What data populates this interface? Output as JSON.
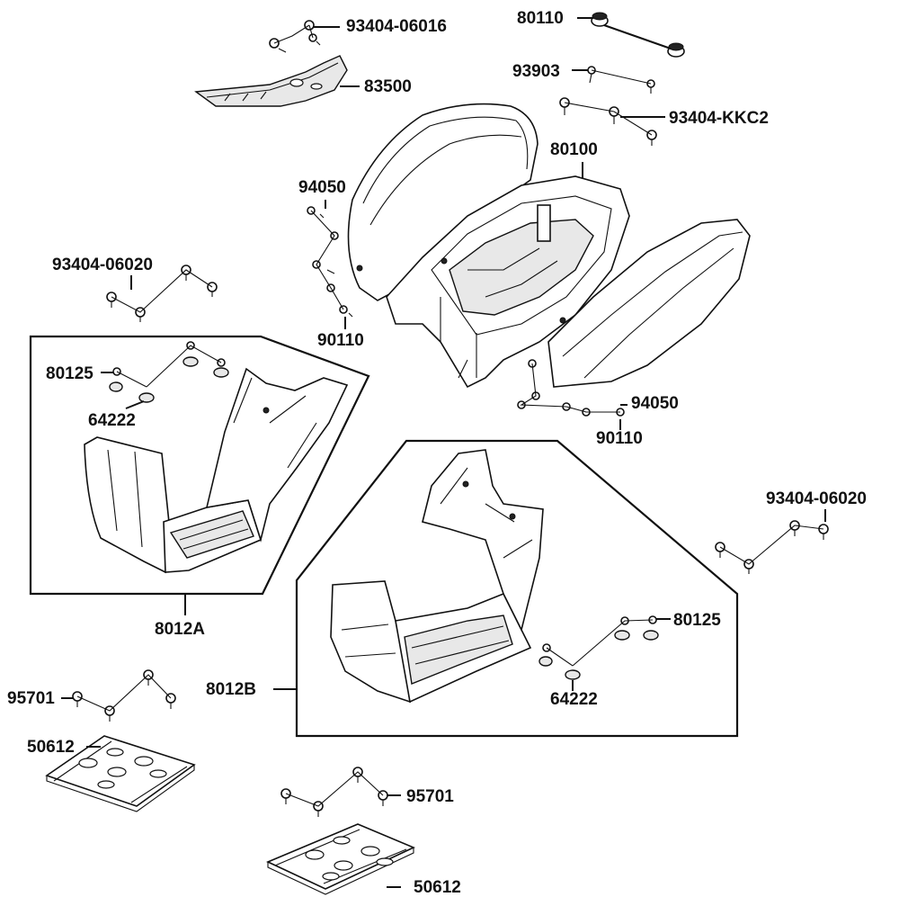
{
  "diagram": {
    "labels": {
      "p93404_06016": "93404-06016",
      "p80110": "80110",
      "p83500": "83500",
      "p93903": "93903",
      "p93404_KKC2": "93404-KKC2",
      "p80100": "80100",
      "p94050_top": "94050",
      "p93404_06020_left": "93404-06020",
      "p90110_left": "90110",
      "p80125_left": "80125",
      "p64222_left": "64222",
      "p94050_right": "94050",
      "p90110_right": "90110",
      "p93404_06020_right": "93404-06020",
      "p8012A": "8012A",
      "p80125_right": "80125",
      "p8012B": "8012B",
      "p95701_left": "95701",
      "p64222_right": "64222",
      "p50612_left": "50612",
      "p95701_bottom": "95701",
      "p50612_bottom": "50612"
    }
  }
}
